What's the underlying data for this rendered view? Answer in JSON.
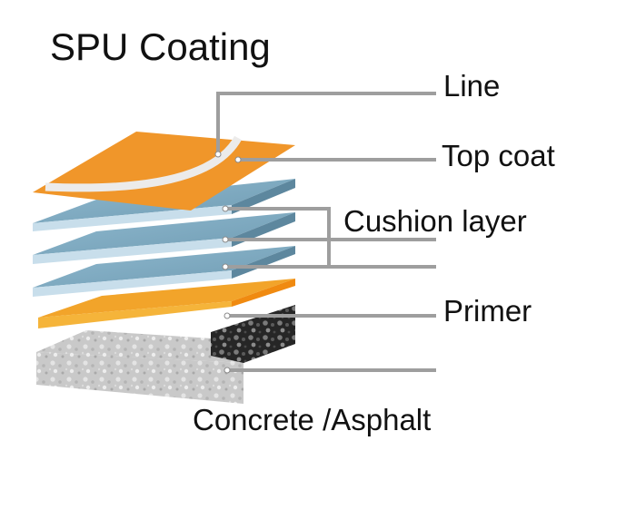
{
  "title": "SPU Coating",
  "labels": {
    "line": "Line",
    "top_coat": "Top coat",
    "cushion_layer": "Cushion layer",
    "primer": "Primer",
    "substrate": "Concrete /Asphalt"
  },
  "colors": {
    "top_coat": "#f0962a",
    "cushion_layer": "#9cc3d7",
    "primer": "#f5a21f",
    "concrete": "#c8c8c8",
    "asphalt": "#2a2a2a",
    "leader_line": "#9e9e9e"
  }
}
